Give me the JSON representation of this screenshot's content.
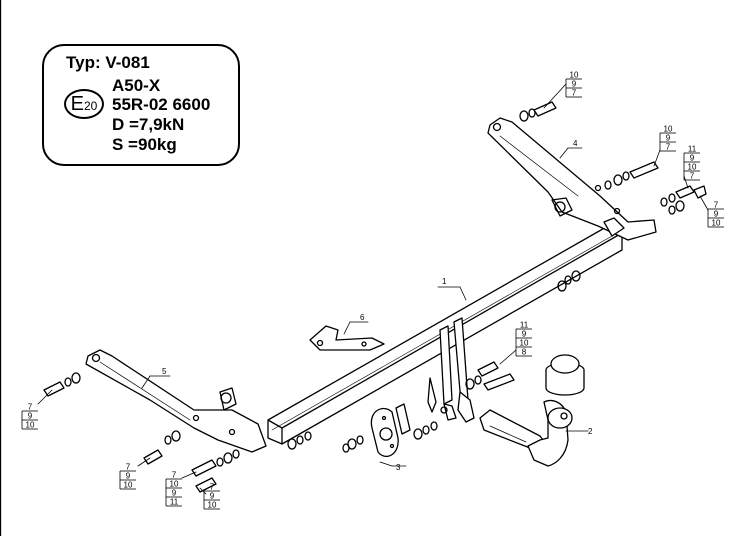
{
  "plate": {
    "type_line": "Typ: V-081",
    "approval_class": "A50-X",
    "e_mark_letter": "E",
    "e_mark_number": "20",
    "approval_number": "55R-02 6600",
    "d_value": "D =7,9kN",
    "s_value": "S =90kg"
  },
  "part_labels": [
    "1",
    "2",
    "3",
    "4",
    "5",
    "6"
  ],
  "callouts": {
    "c_top_right_bolt": [
      "10",
      "9",
      "7"
    ],
    "c_right_bolt_a": [
      "10",
      "9",
      "7"
    ],
    "c_right_bolt_b": [
      "11",
      "9",
      "10",
      "7"
    ],
    "c_right_bolt_c": [
      "7",
      "9",
      "10"
    ],
    "c_center_bolt": [
      "11",
      "9",
      "10",
      "8"
    ],
    "c_left_bolt": [
      "7",
      "9",
      "10"
    ],
    "c_bottom_bolt_a": [
      "7",
      "9",
      "10"
    ],
    "c_bottom_bolt_b": [
      "7",
      "10",
      "9",
      "11"
    ],
    "c_bottom_bolt_c": [
      "7",
      "9",
      "10"
    ]
  }
}
